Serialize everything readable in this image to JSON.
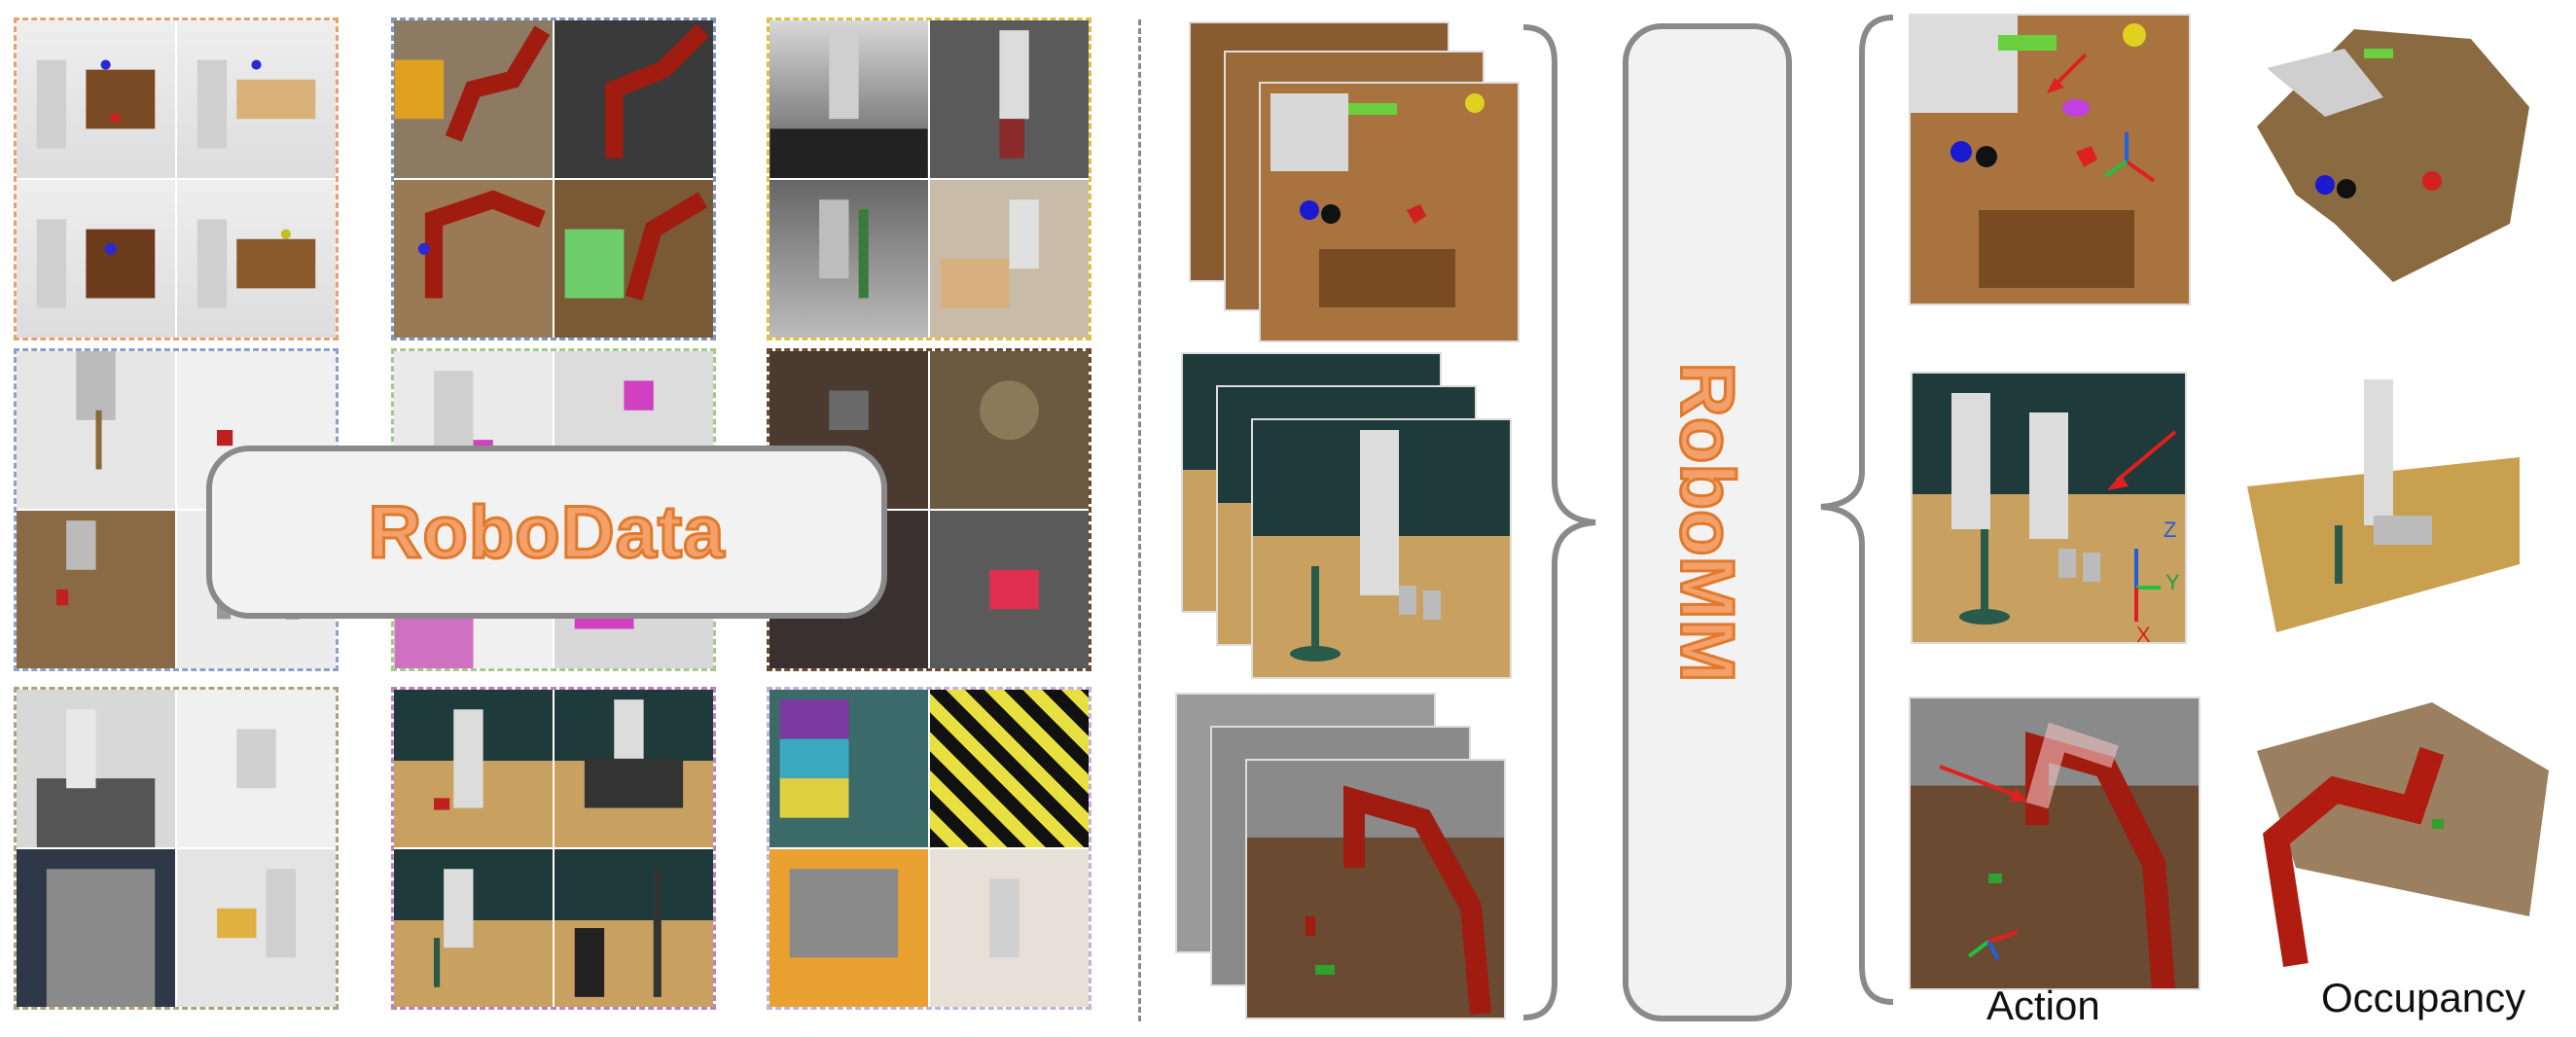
{
  "left_panel": {
    "center_label": "RoboData"
  },
  "middle_panel": {
    "center_label": "RoboMM"
  },
  "right_panel": {
    "action_label": "Action",
    "occupancy_label": "Occupancy",
    "axis_x": "X",
    "axis_y": "Y",
    "axis_z": "Z"
  },
  "colors": {
    "accent_orange": "#e07a2c",
    "box_border": "#8a8a8a",
    "box_fill": "#f2f2f2"
  }
}
